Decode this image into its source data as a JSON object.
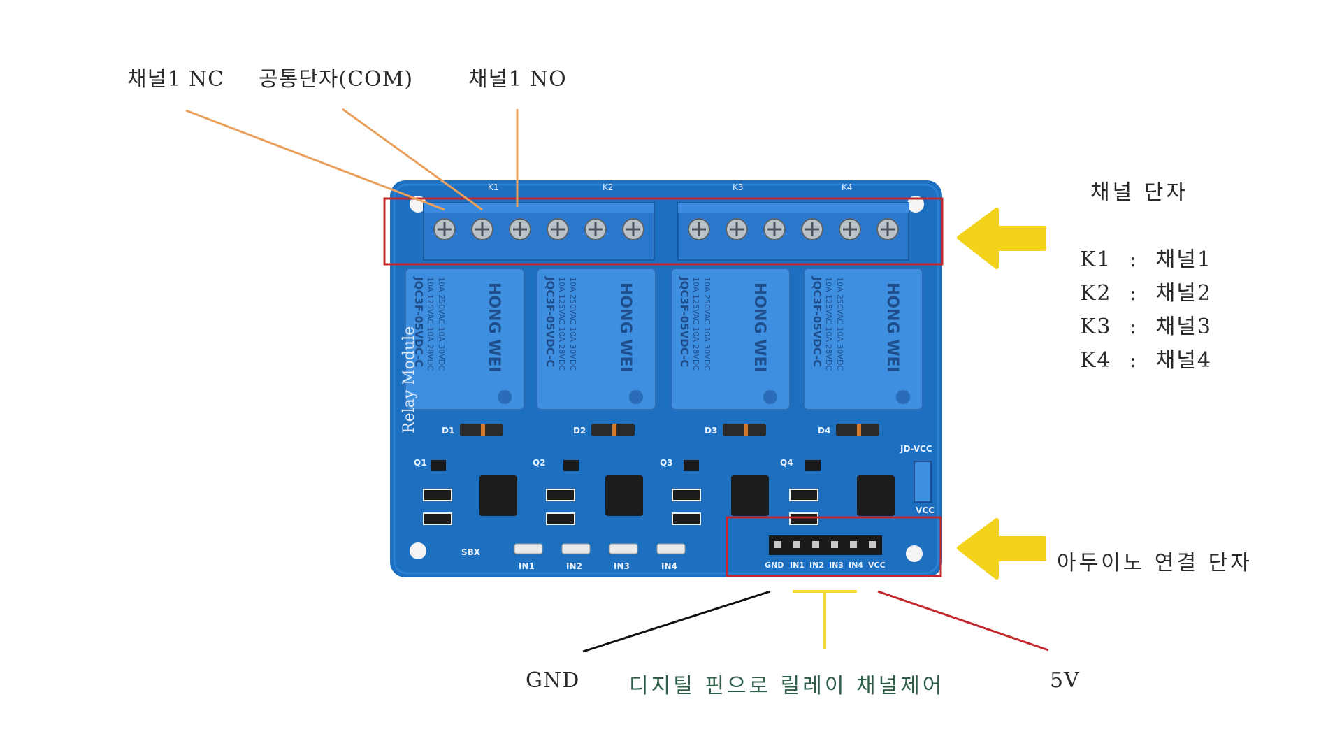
{
  "labels": {
    "ch1_nc": "채널1 NC",
    "common": "공통단자(COM)",
    "ch1_no": "채널1 NO",
    "channel_terminal": "채널 단자",
    "arduino_terminal": "아두이노 연결 단자",
    "gnd": "GND",
    "digital_control": "디지틸 핀으로 릴레이 채널제어",
    "five_v": "5V"
  },
  "legend": [
    {
      "key": "K1",
      "sep": ":",
      "value": "채널1"
    },
    {
      "key": "K2",
      "sep": ":",
      "value": "채널2"
    },
    {
      "key": "K3",
      "sep": ":",
      "value": "채널3"
    },
    {
      "key": "K4",
      "sep": ":",
      "value": "채널4"
    }
  ],
  "board": {
    "relay_labels": [
      "K1",
      "K2",
      "K3",
      "K4"
    ],
    "relay_brand": "HONG WEI",
    "relay_model": "JQC3F-05VDC-C",
    "relay_rating_1": "10A 250VAC 10A 30VDC",
    "relay_rating_2": "10A 125VAC 10A 28VDC",
    "diode_labels": [
      "D1",
      "D2",
      "D3",
      "D4"
    ],
    "transistor_labels": [
      "Q1",
      "Q2",
      "Q3",
      "Q4"
    ],
    "led_labels": [
      "IN1",
      "IN2",
      "IN3",
      "IN4"
    ],
    "header_pins": [
      "GND",
      "IN1",
      "IN2",
      "IN3",
      "IN4",
      "VCC"
    ],
    "jumper_top": "JD-VCC",
    "jumper_bottom": "VCC",
    "sbx": "SBX",
    "module_text": "Relay Module"
  },
  "colors": {
    "board": "#1d6fbf",
    "relay": "#3f8fe0",
    "terminal": "#2b78cf",
    "highlight_box": "#c4272b",
    "arrow": "#f2d21b",
    "orange_line": "#e8a05c",
    "yellow_line": "#f0d838",
    "red_line": "#c4272b",
    "black_line": "#111111"
  }
}
